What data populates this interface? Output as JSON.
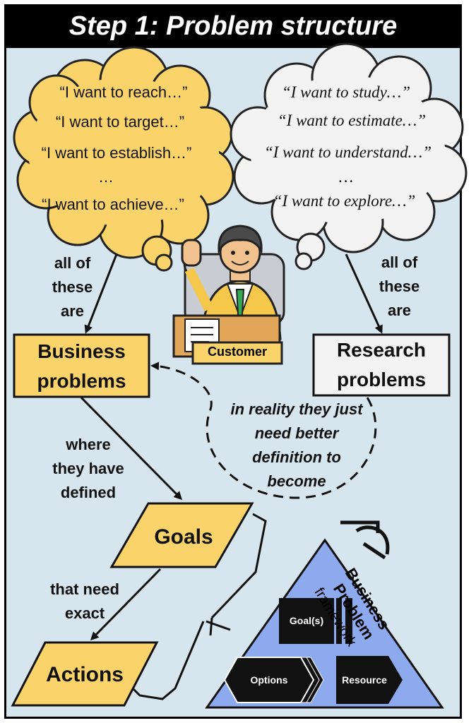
{
  "title": "Step 1: Problem structure",
  "business_quotes": [
    "“I want to reach…”",
    "“I want to target…”",
    "“I want to establish…”",
    "…",
    "“I want to achieve…”"
  ],
  "research_quotes": [
    "“I want to study…”",
    "“I want to estimate…”",
    "“I want to understand…”",
    "…",
    "“I want to explore…”"
  ],
  "connectors": {
    "left": [
      "all of",
      "these",
      "are"
    ],
    "right": [
      "all of",
      "these",
      "are"
    ],
    "where": [
      "where",
      "they have",
      "defined"
    ],
    "need": [
      "that need",
      "exact"
    ],
    "reality": [
      "in reality they just",
      "need better",
      "definition to",
      "become"
    ]
  },
  "customer_label": "Customer",
  "boxes": {
    "business": [
      "Business",
      "problems"
    ],
    "research": [
      "Research",
      "problems"
    ],
    "goals": "Goals",
    "actions": "Actions"
  },
  "framework": {
    "title_line1": "Business",
    "title_line2": "Problem",
    "title_line3": "framework",
    "goal": "Goal(s)",
    "options": "Options",
    "resource": "Resource"
  },
  "colors": {
    "business": "#fad36a",
    "research": "#f3f3f3",
    "background": "#d7e6ee",
    "triangle": "#8eaaee"
  }
}
